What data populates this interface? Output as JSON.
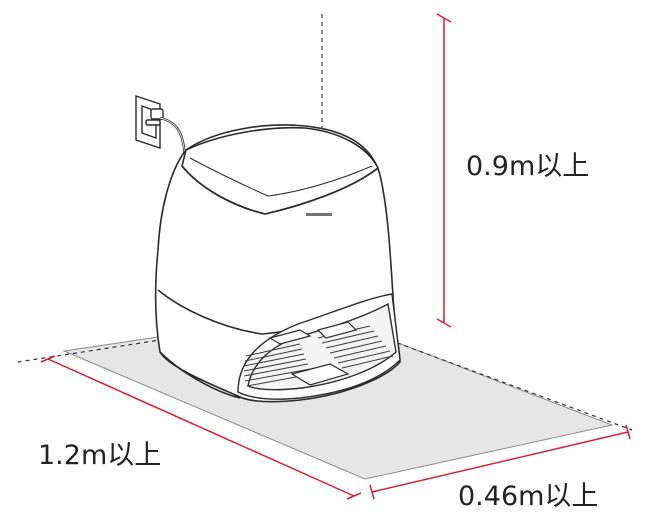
{
  "labels": {
    "height": "0.9m以上",
    "left": "1.2m以上",
    "right": "0.46m以上"
  },
  "colors": {
    "dimension": "#d81e3a",
    "outline": "#2b2b2b",
    "floor": "#e6e6e6",
    "text": "#222222"
  }
}
